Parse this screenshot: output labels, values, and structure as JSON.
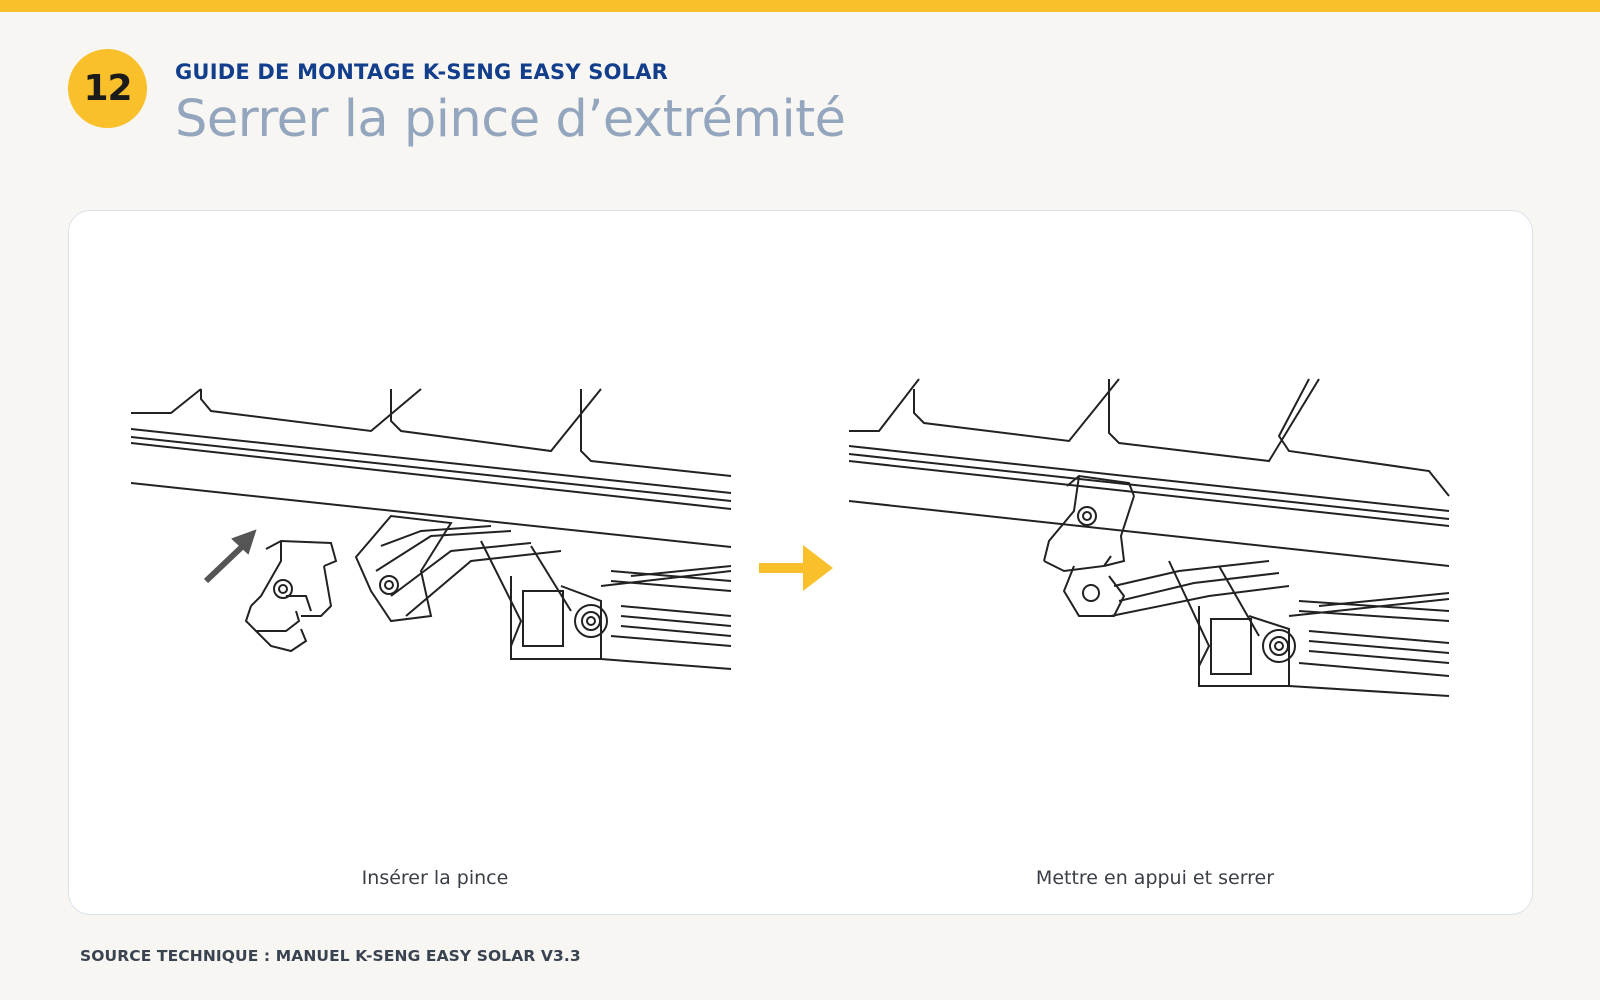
{
  "header": {
    "step_number": "12",
    "guide_label": "GUIDE DE MONTAGE K-SENG EASY SOLAR",
    "title": "Serrer la pince d’extrémité"
  },
  "panel": {
    "steps": [
      {
        "caption": "Insérer la pince"
      },
      {
        "caption": "Mettre en appui et serrer"
      }
    ]
  },
  "footer": {
    "source": "SOURCE TECHNIQUE : MANUEL K-SENG EASY SOLAR V3.3"
  },
  "colors": {
    "accent": "#f9c02c",
    "guide_label": "#123e8c",
    "title": "#94a5be"
  }
}
